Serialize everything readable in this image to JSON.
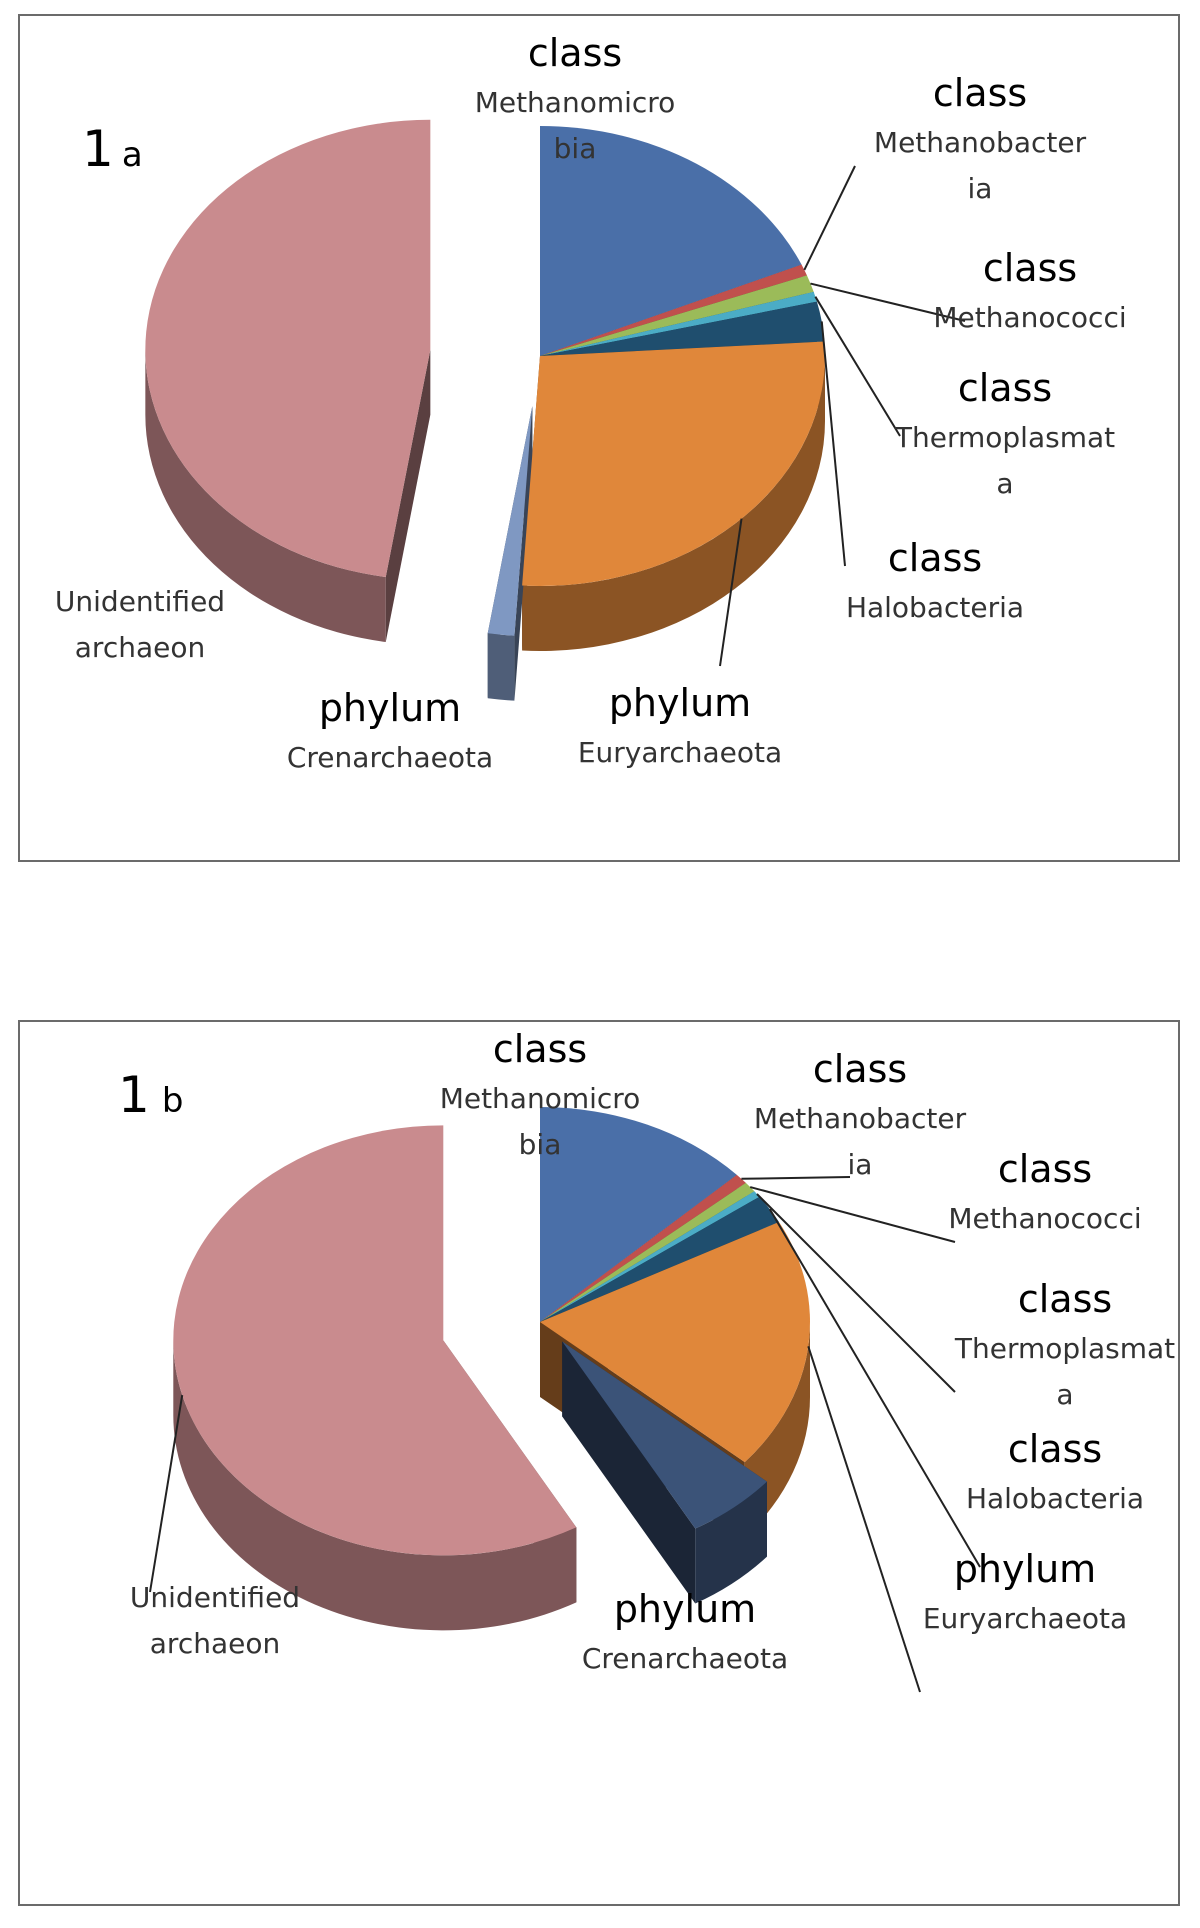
{
  "chart_data": [
    {
      "type": "pie",
      "panel_label": {
        "number": "1",
        "letter": "a"
      },
      "slices": [
        {
          "rank": "class",
          "taxon_lines": [
            "Methanomicro",
            "bia"
          ],
          "value": 18.5,
          "color": "#4a6fa8"
        },
        {
          "rank": "class",
          "taxon_lines": [
            "Methanobacter",
            "ia"
          ],
          "value": 0.8,
          "color": "#c0504d"
        },
        {
          "rank": "class",
          "taxon_lines": [
            "Methanococci"
          ],
          "value": 1.2,
          "color": "#9bbb59"
        },
        {
          "rank": "class",
          "taxon_lines": [
            "Thermoplasmat",
            "a"
          ],
          "value": 0.7,
          "color": "#4bacc6"
        },
        {
          "rank": "class",
          "taxon_lines": [
            "Halobacteria"
          ],
          "value": 2.8,
          "color": "#1f4e6e"
        },
        {
          "rank": "phylum",
          "taxon_lines": [
            "Euryarchaeota"
          ],
          "value": 27.0,
          "color": "#e0873a"
        },
        {
          "rank": "phylum",
          "taxon_lines": [
            "Crenarchaeota"
          ],
          "value": 1.5,
          "color": "#7f98c2"
        },
        {
          "rank": "",
          "taxon_lines": [
            "Unidentified",
            "archaeon"
          ],
          "value": 47.5,
          "color": "#c98b8e"
        }
      ]
    },
    {
      "type": "pie",
      "panel_label": {
        "number": "1",
        "letter": "b"
      },
      "slices": [
        {
          "rank": "class",
          "taxon_lines": [
            "Methanomicro",
            "bia"
          ],
          "value": 13.0,
          "color": "#4a6fa8"
        },
        {
          "rank": "class",
          "taxon_lines": [
            "Methanobacter",
            "ia"
          ],
          "value": 0.8,
          "color": "#c0504d"
        },
        {
          "rank": "class",
          "taxon_lines": [
            "Methanococci"
          ],
          "value": 0.8,
          "color": "#9bbb59"
        },
        {
          "rank": "class",
          "taxon_lines": [
            "Thermoplasmat",
            "a"
          ],
          "value": 0.5,
          "color": "#4bacc6"
        },
        {
          "rank": "class",
          "taxon_lines": [
            "Halobacteria"
          ],
          "value": 2.2,
          "color": "#1f4e6e"
        },
        {
          "rank": "phylum",
          "taxon_lines": [
            "Euryarchaeota"
          ],
          "value": 19.0,
          "color": "#e0873a"
        },
        {
          "rank": "phylum",
          "taxon_lines": [
            "Crenarchaeota"
          ],
          "value": 5.5,
          "color": "#3b5378"
        },
        {
          "rank": "",
          "taxon_lines": [
            "Unidentified",
            "archaeon"
          ],
          "value": 58.2,
          "color": "#c98b8e"
        }
      ]
    }
  ]
}
